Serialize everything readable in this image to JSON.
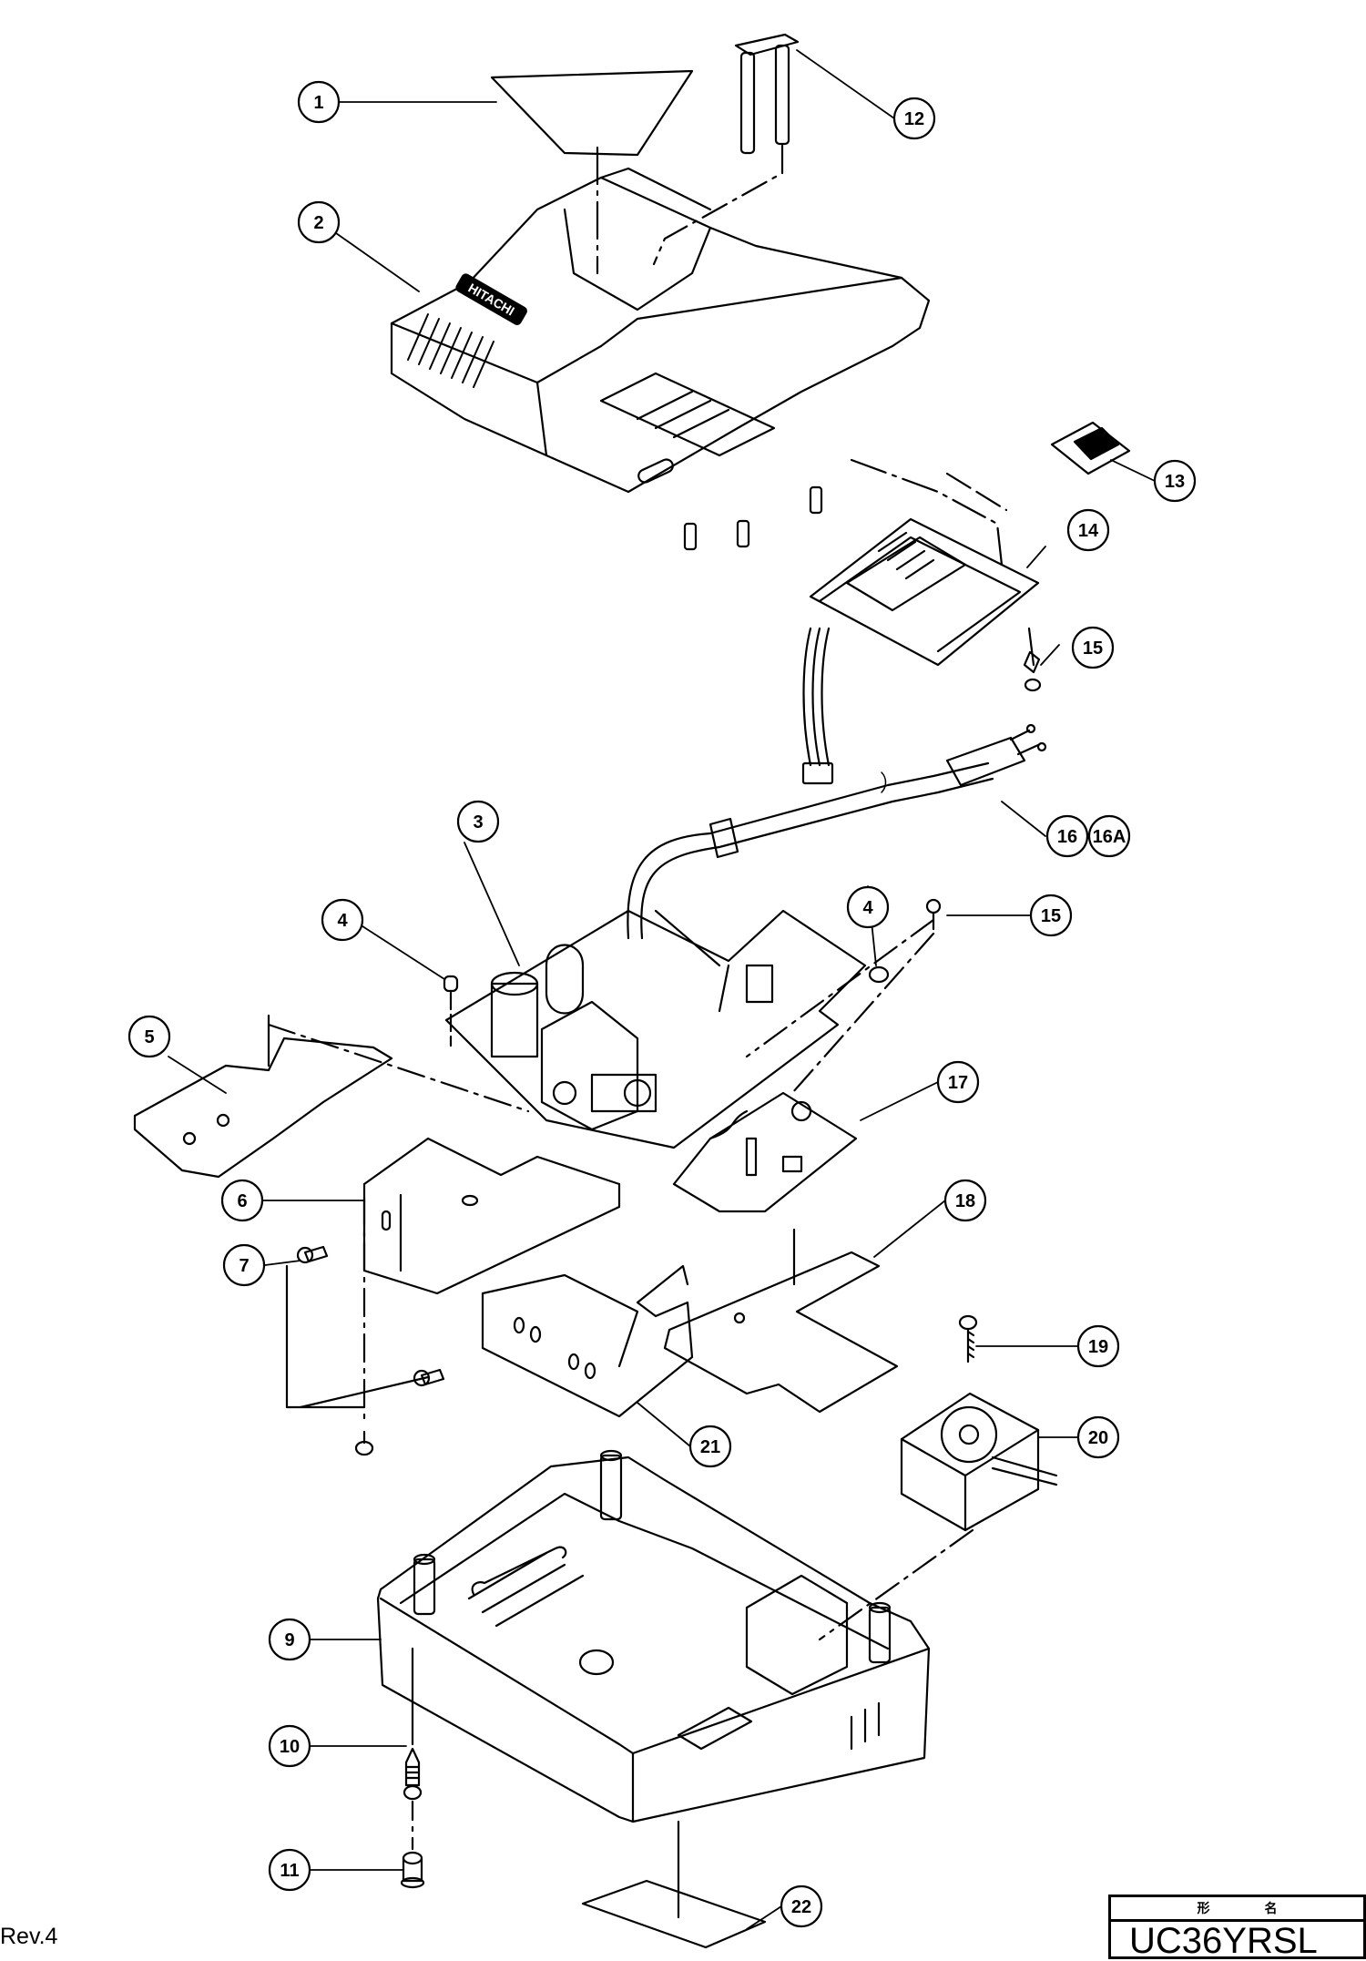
{
  "document": {
    "revision": "Rev.4",
    "title_block": {
      "header_left": "形",
      "header_right": "名",
      "model": "UC36YRSL"
    },
    "brand_logo": "HITACHI"
  },
  "callouts": [
    {
      "id": "c1",
      "label": "1"
    },
    {
      "id": "c12",
      "label": "12"
    },
    {
      "id": "c2",
      "label": "2"
    },
    {
      "id": "c13",
      "label": "13"
    },
    {
      "id": "c14",
      "label": "14"
    },
    {
      "id": "c15a",
      "label": "15"
    },
    {
      "id": "c3",
      "label": "3"
    },
    {
      "id": "c16",
      "label": "16"
    },
    {
      "id": "c16a",
      "label": "16A"
    },
    {
      "id": "c4a",
      "label": "4"
    },
    {
      "id": "c4b",
      "label": "4"
    },
    {
      "id": "c15b",
      "label": "15"
    },
    {
      "id": "c5",
      "label": "5"
    },
    {
      "id": "c17",
      "label": "17"
    },
    {
      "id": "c6",
      "label": "6"
    },
    {
      "id": "c18",
      "label": "18"
    },
    {
      "id": "c7",
      "label": "7"
    },
    {
      "id": "c19",
      "label": "19"
    },
    {
      "id": "c21",
      "label": "21"
    },
    {
      "id": "c20",
      "label": "20"
    },
    {
      "id": "c9",
      "label": "9"
    },
    {
      "id": "c10",
      "label": "10"
    },
    {
      "id": "c11",
      "label": "11"
    },
    {
      "id": "c22",
      "label": "22"
    }
  ]
}
